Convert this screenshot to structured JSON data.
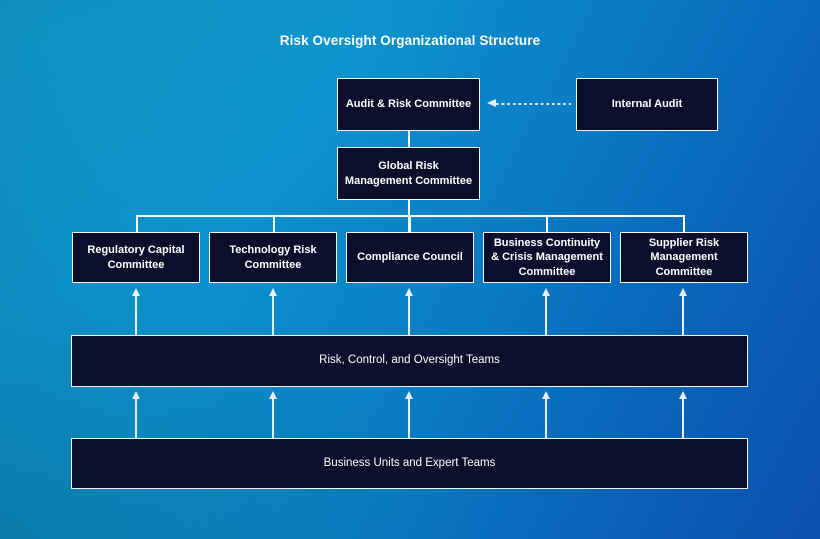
{
  "diagram": {
    "title": "Risk Oversight Organizational Structure",
    "colors": {
      "node_fill": "#0c0f2b",
      "node_border": "#f2f5f8",
      "connector": "#ffffff",
      "arrow": "#e8eef4",
      "text": "#ffffff",
      "background_start": "#0f93c6",
      "background_end": "#0c4fae"
    },
    "tier1": {
      "audit_risk_committee": "Audit & Risk Committee",
      "internal_audit": "Internal Audit"
    },
    "tier2": {
      "global_risk_line1": "Global Risk",
      "global_risk_line2": "Management Committee"
    },
    "tier3": [
      {
        "line1": "Regulatory Capital",
        "line2": "Committee",
        "line3": ""
      },
      {
        "line1": "Technology Risk",
        "line2": "Committee",
        "line3": ""
      },
      {
        "line1": "Compliance Council",
        "line2": "",
        "line3": ""
      },
      {
        "line1": "Business Continuity",
        "line2": "& Crisis Management",
        "line3": "Committee"
      },
      {
        "line1": "Supplier Risk",
        "line2": "Management",
        "line3": "Committee"
      }
    ],
    "tier4": {
      "label": "Risk, Control, and Oversight Teams"
    },
    "tier5": {
      "label": "Business Units and Expert Teams"
    }
  }
}
